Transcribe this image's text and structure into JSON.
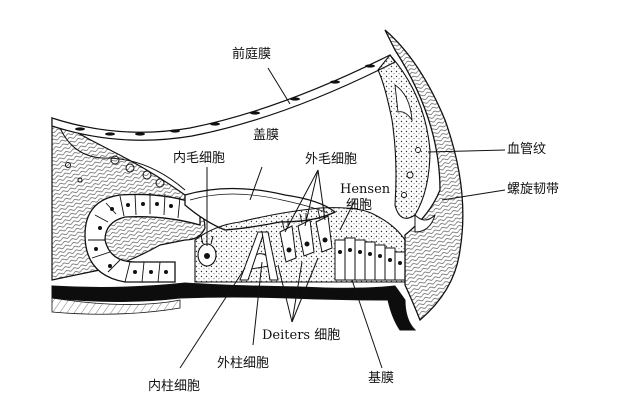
{
  "labels": {
    "vestibular_membrane": "前庭膜",
    "tectorial_membrane": "盖膜",
    "inner_hair_cell": "内毛细胞",
    "outer_hair_cell": "外毛细胞",
    "hensen_line1": "Hensen",
    "hensen_line2": "细胞",
    "stria_vascularis": "血管纹",
    "spiral_ligament": "螺旋韧带",
    "deiters_cell": "Deiters 细胞",
    "outer_pillar_cell": "外柱细胞",
    "inner_pillar_cell": "内柱细胞",
    "basilar_membrane": "基膜"
  },
  "colors": {
    "ink": "#111111",
    "paper": "#ffffff",
    "tissue": "#e9e9e9"
  }
}
